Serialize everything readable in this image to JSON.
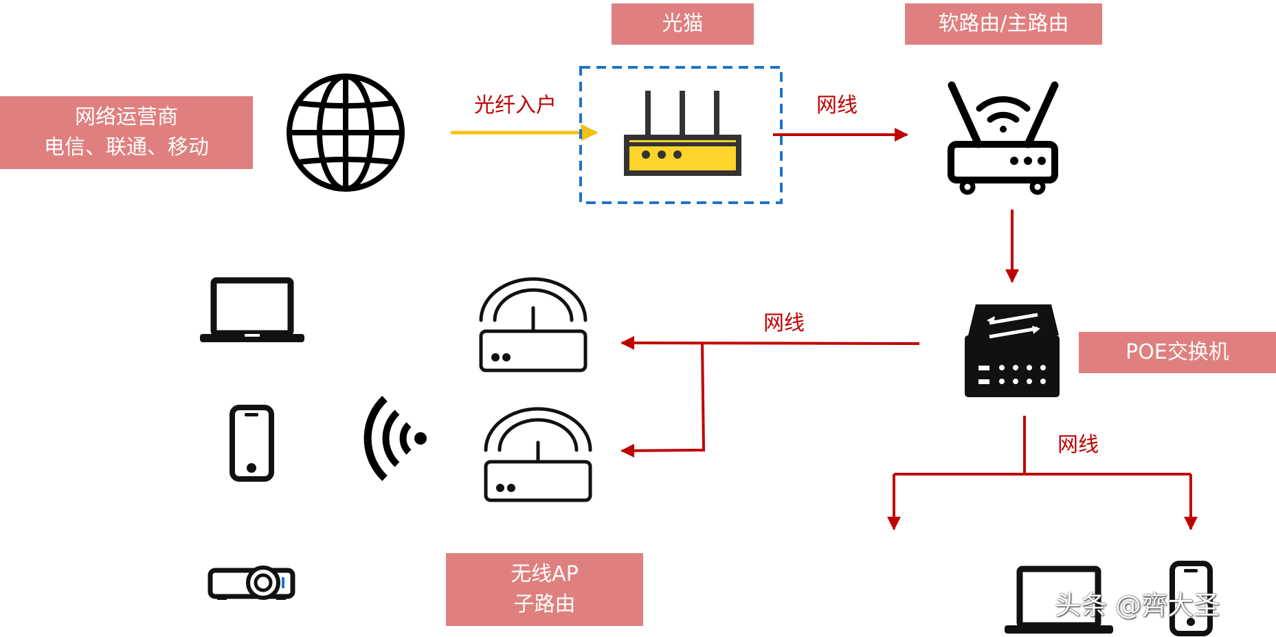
{
  "labels": {
    "isp_line1": "网络运营商",
    "isp_line2": "电信、联通、移动",
    "modem": "光猫",
    "main_router": "软路由/主路由",
    "poe_switch": "POE交换机",
    "ap_line1": "无线AP",
    "ap_line2": "子路由"
  },
  "links": {
    "fiber_in": "光纤入户",
    "cable_1": "网线",
    "cable_2": "网线",
    "cable_3": "网线"
  },
  "icons": [
    "globe-icon",
    "modem-icon",
    "wifi-router-icon",
    "switch-icon",
    "access-point-icon",
    "laptop-icon",
    "phone-icon",
    "wifi-signal-icon",
    "projector-icon"
  ],
  "watermark": "头条 @齊大圣",
  "colors": {
    "label_bg": "#e07f7f",
    "link_text": "#c00000",
    "arrow": "#c00000",
    "fiber": "#f2c014",
    "modem_highlight": "#ffd42a",
    "dashed_box": "#1e73c8"
  }
}
